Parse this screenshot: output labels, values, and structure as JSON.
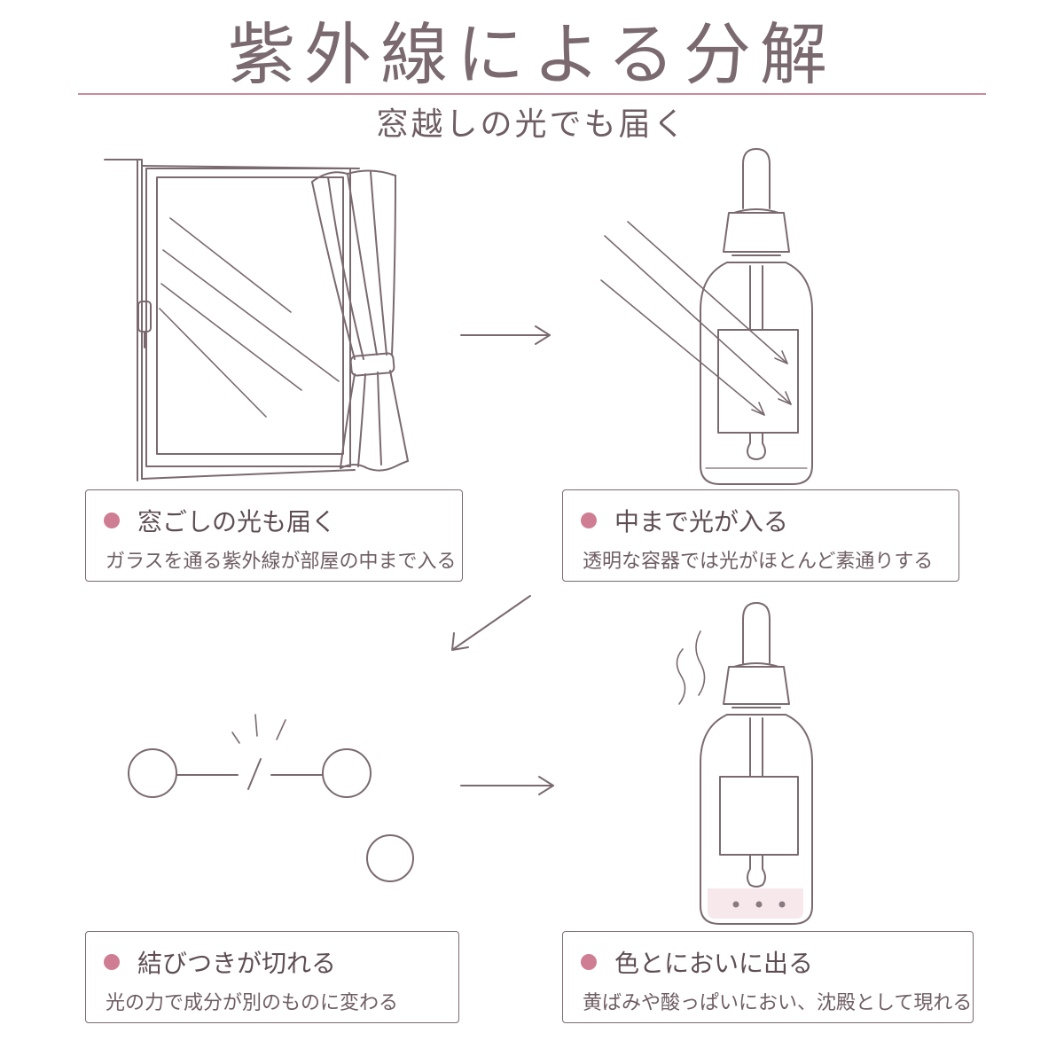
{
  "title": "紫外線による分解",
  "subtitle": "窓越しの光でも届く",
  "steps": [
    {
      "heading": "窓ごしの光も届く",
      "desc": "ガラスを通る紫外線が部屋の中まで入る"
    },
    {
      "heading": "中まで光が入る",
      "desc": "透明な容器では光がほとんど素通りする"
    },
    {
      "heading": "結びつきが切れる",
      "desc": "光の力で成分が別のものに変わる"
    },
    {
      "heading": "色とにおいに出る",
      "desc": "黄ばみや酸っぱいにおい、沈殿として現れる"
    }
  ],
  "colors": {
    "line": "#7a6a70",
    "accent": "#cf7d92",
    "rule": "#c98a9a"
  }
}
